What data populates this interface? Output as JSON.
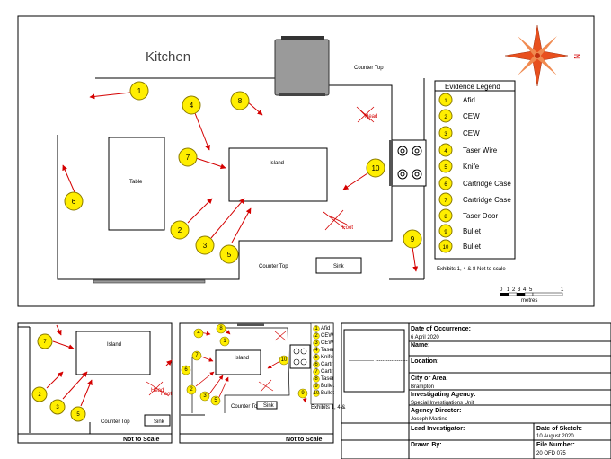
{
  "main_plan": {
    "room_label": "Kitchen",
    "counter_top_upper": "Counter Top",
    "counter_top_lower": "Counter Top",
    "island_label": "Island",
    "table_label": "Table",
    "sink_label": "Sink",
    "blood_head_label": "Head",
    "blood_foot_label": "Foot",
    "markers": [
      "1",
      "2",
      "3",
      "4",
      "5",
      "6",
      "7",
      "8",
      "9",
      "10"
    ],
    "legend_title": "Evidence Legend",
    "legend_items": [
      {
        "n": "1",
        "label": "Afid"
      },
      {
        "n": "2",
        "label": "CEW"
      },
      {
        "n": "3",
        "label": "CEW"
      },
      {
        "n": "4",
        "label": "Taser Wire"
      },
      {
        "n": "5",
        "label": "Knife"
      },
      {
        "n": "6",
        "label": "Cartridge Case"
      },
      {
        "n": "7",
        "label": "Cartridge Case"
      },
      {
        "n": "8",
        "label": "Taser Door"
      },
      {
        "n": "9",
        "label": "Bullet"
      },
      {
        "n": "10",
        "label": "Bullet"
      }
    ],
    "scale_note": "Exhibits 1, 4 & 8 Not to scale",
    "scale_ticks": [
      "0",
      "1",
      "2",
      "3",
      "4",
      "5",
      "1"
    ],
    "scale_unit": "metres",
    "compass_label": "N"
  },
  "detail_left": {
    "island_label": "Island",
    "counter_top_label": "Counter Top",
    "sink_label": "Sink",
    "blood_head_label": "Head",
    "blood_foot_label": "Foot",
    "markers": [
      "7",
      "2",
      "3",
      "5"
    ],
    "footer": "Not to Scale"
  },
  "detail_mid": {
    "island_label": "Island",
    "counter_top_label": "Counter Top",
    "sink_label": "Sink",
    "markers": [
      "8",
      "7",
      "4",
      "2",
      "3",
      "5",
      "10",
      "6",
      "9",
      "1"
    ],
    "legend_mini": [
      "Afid",
      "CEW",
      "CEW",
      "Taser",
      "Knife",
      "Cartr",
      "Cartr",
      "Taser",
      "Bullet",
      "Bullet"
    ],
    "legend_mini_nums": [
      "1",
      "2",
      "3",
      "4",
      "5",
      "6",
      "7",
      "8",
      "9",
      "10"
    ],
    "legend_mini_note": "Exhibits 1, 4 &",
    "footer": "Not to Scale"
  },
  "title_block": {
    "logo_text": "-------------- ------------------",
    "date_of_occurrence_label": "Date of Occurrence:",
    "date_of_occurrence": "6 April 2020",
    "name_label": "Name:",
    "location_label": "Location:",
    "city_label": "City or Area:",
    "city": "Brampton",
    "agency_label": "Investigating Agency:",
    "agency": "Special Investigations Unit",
    "director_label": "Agency Director:",
    "director": "Joseph Martino",
    "lead_label": "Lead Investigator:",
    "sketch_date_label": "Date of Sketch:",
    "sketch_date": "10 August 2020",
    "drawn_by_label": "Drawn By:",
    "file_number_label": "File Number:",
    "file_number": "20 OFD 075"
  }
}
